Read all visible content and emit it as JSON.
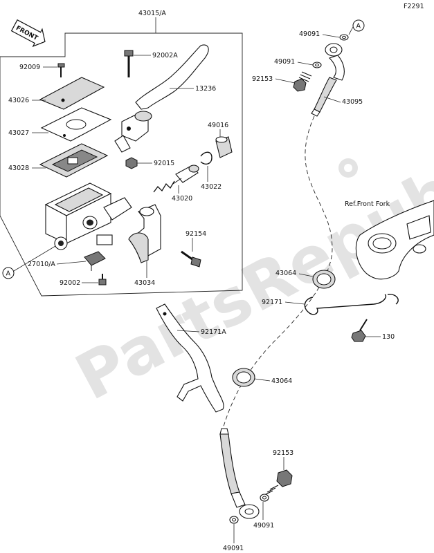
{
  "figure_code": "F2291",
  "watermark": "PartsRepublik",
  "front_marker": "FRONT",
  "reference_note": "Ref.Front Fork",
  "callout_ref": "A",
  "labels": {
    "p43015": "43015/A",
    "p92009": "92009",
    "p92002a": "92002A",
    "p13236": "13236",
    "p43026": "43026",
    "p43027": "43027",
    "p49016": "49016",
    "p43028": "43028",
    "p92015": "92015",
    "p43022": "43022",
    "p43020": "43020",
    "p92154": "92154",
    "p27010": "27010/A",
    "p92002": "92002",
    "p43034": "43034",
    "p49091a": "49091",
    "p49091b": "49091",
    "p92153a": "92153",
    "p43095": "43095",
    "p43064a": "43064",
    "p92171": "92171",
    "p130": "130",
    "p92171a": "92171A",
    "p43064b": "43064",
    "p92153b": "92153",
    "p49091c": "49091",
    "p49091d": "49091"
  }
}
